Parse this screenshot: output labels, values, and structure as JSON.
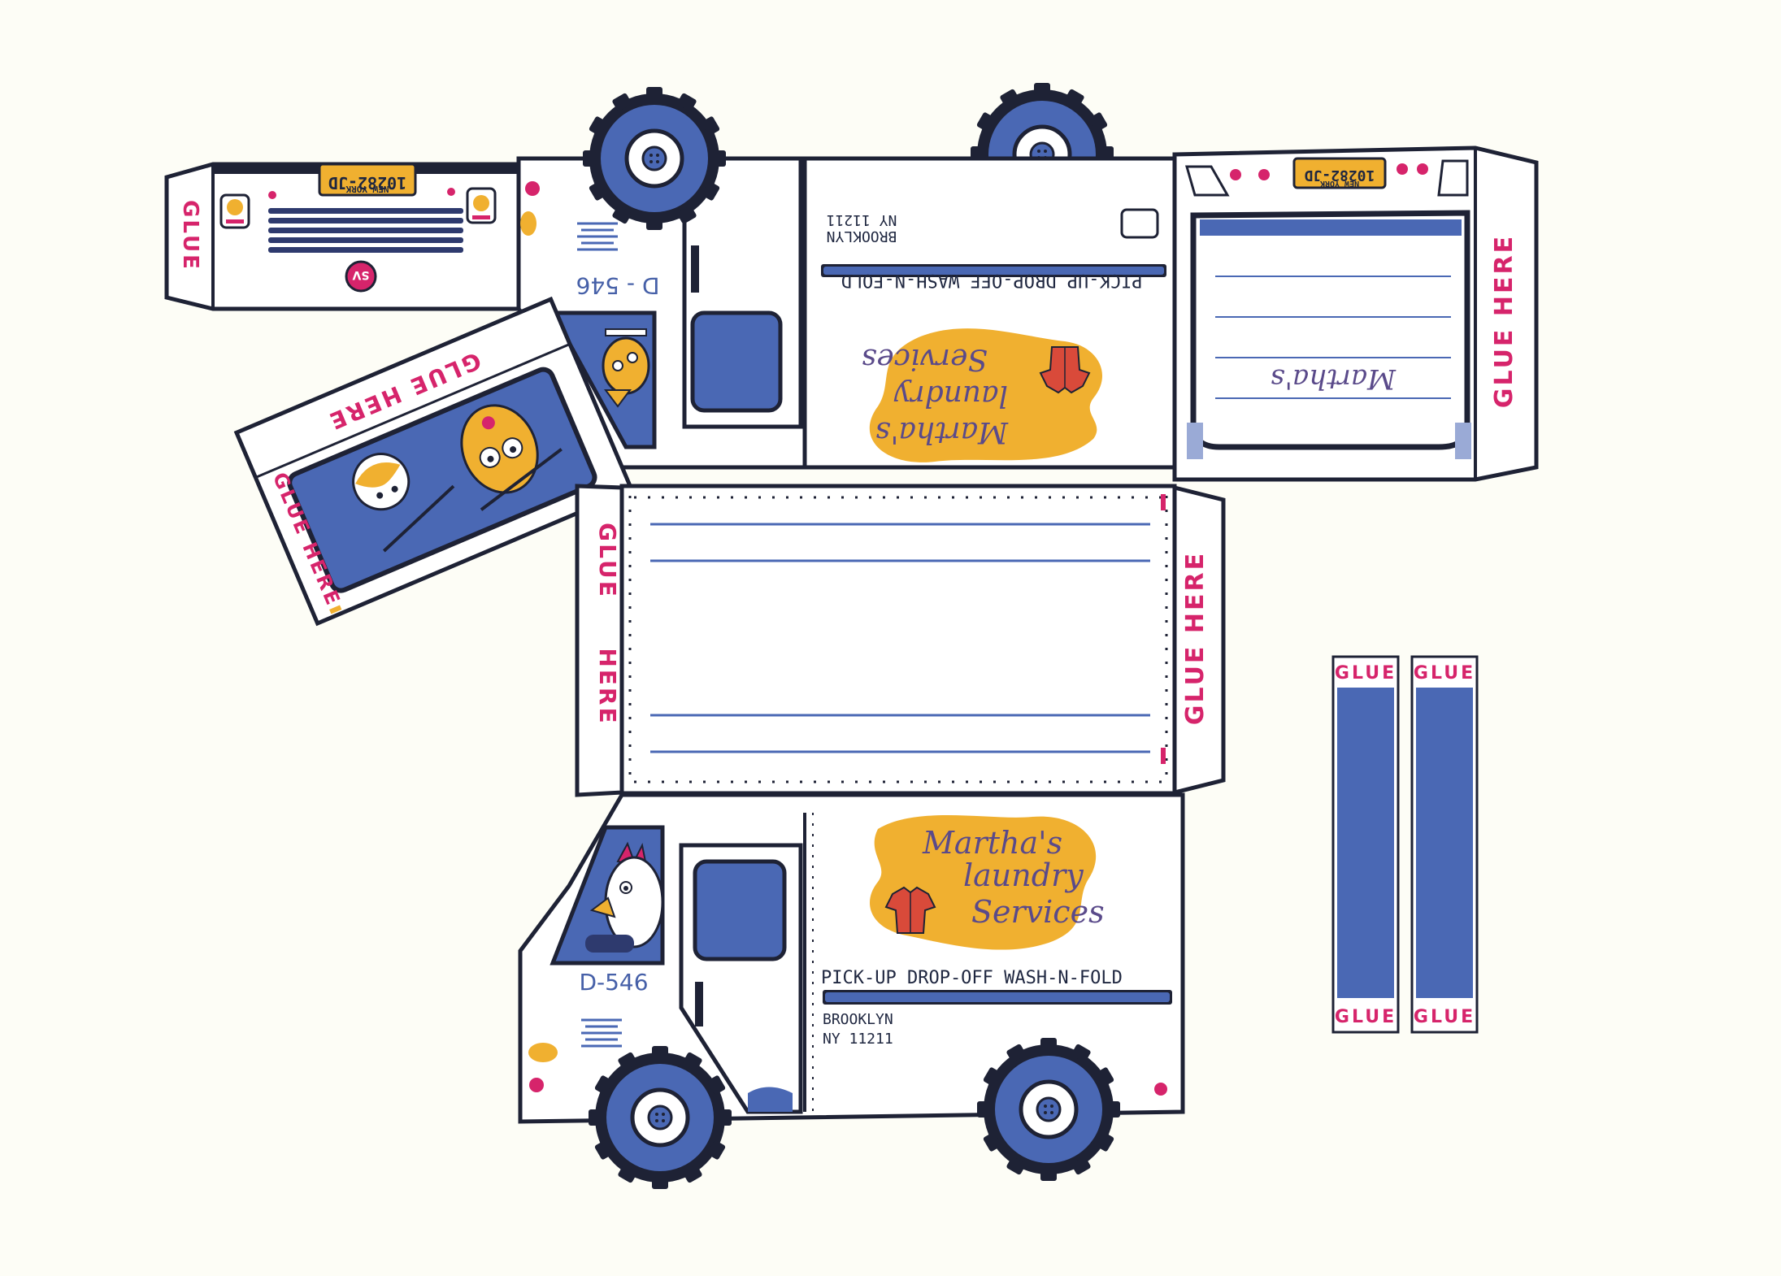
{
  "colors": {
    "outline": "#1e2235",
    "blue": "#4a68b4",
    "light_blue": "#9aaad6",
    "yellow": "#f0b030",
    "pink": "#d6246b",
    "red": "#d04040",
    "paper": "#fdfdf6",
    "white": "#ffffff"
  },
  "labels": {
    "glue_here": "GLUE HERE",
    "glue": "GLUE",
    "glue_top_left_a": "GLUE",
    "glue_top_left_b": "HERE",
    "glue_bottom_panel_a": "GLUE",
    "glue_bottom_panel_b": "HERE",
    "plate_state": "NEW YORK",
    "plate_number": "10282-JD",
    "unit_number": "D-546",
    "unit_number_spaced": "D - 546",
    "services_line": "PICK-UP DROP-OFF WASH-N-FOLD",
    "city": "BROOKLYN",
    "zip": "NY 11211",
    "logo_line1": "Martha's",
    "logo_line2": "laundry",
    "logo_line3": "Services",
    "door_script": "Martha's",
    "hood_badge": "SV"
  },
  "icons": [
    "wheel-icon",
    "cat-driver-icon",
    "dog-driver-icon",
    "rooster-driver-icon",
    "shirt-icon",
    "grille-icon",
    "headlight-icon",
    "side-mirror-icon"
  ]
}
